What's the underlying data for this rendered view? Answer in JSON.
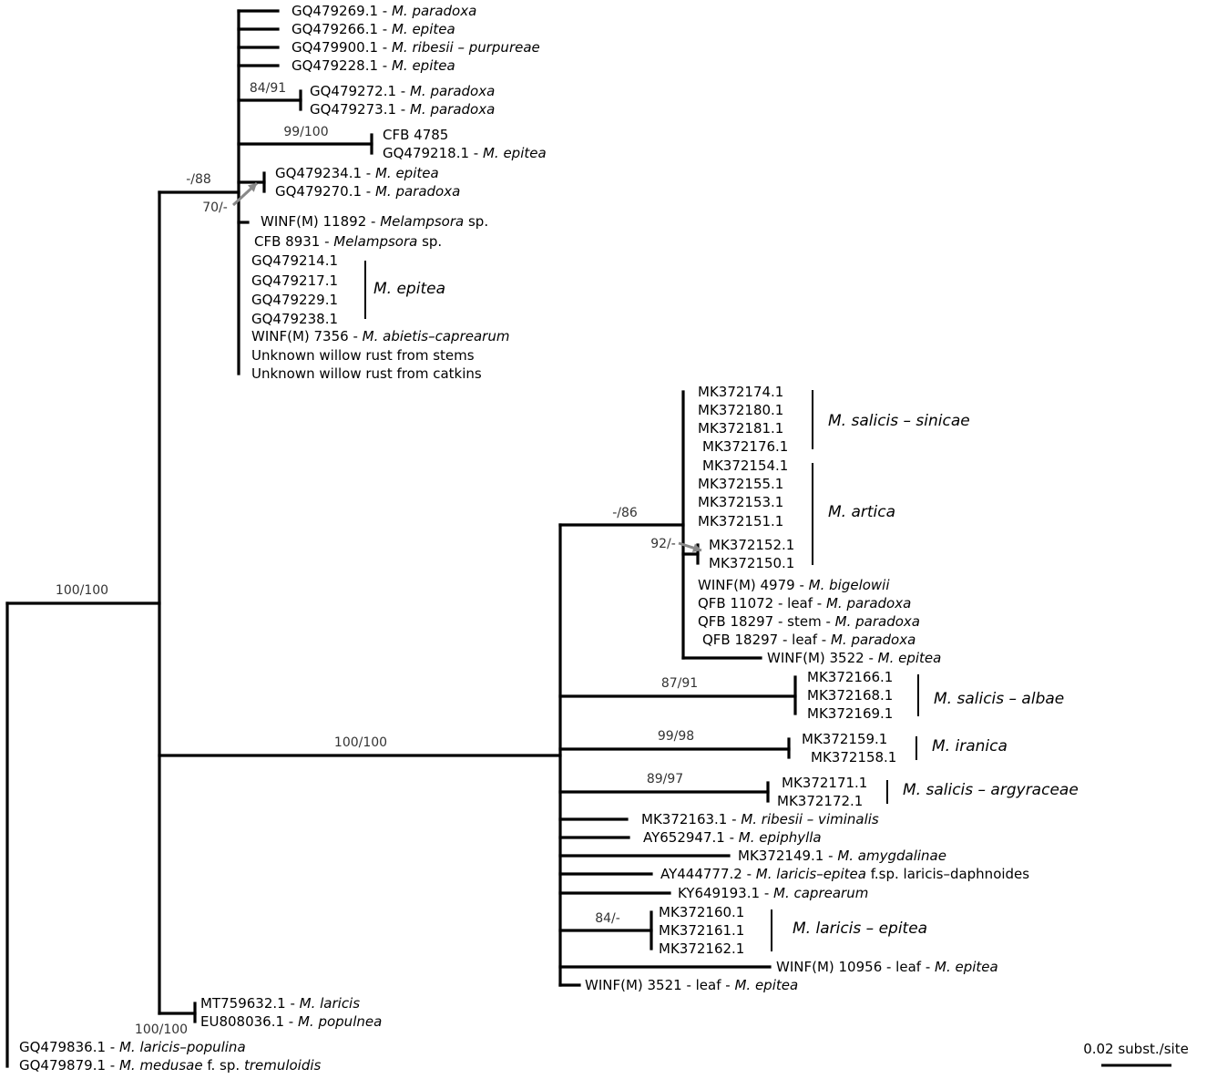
{
  "colors": {
    "ncbi": "#000000",
    "herbarium": "#1a1aff",
    "unknown": "#ee0000",
    "arrow": "#888888"
  },
  "scale_label": "0.02 subst./site",
  "support_values": {
    "s_root": "100/100",
    "s_epitea_clade": "-/88",
    "s_84_91": "84/91",
    "s_99_100": "99/100",
    "s_70": "70/-",
    "s_salicis_clade": "100/100",
    "s_86": "-/86",
    "s_92": "92/-",
    "s_87_91": "87/91",
    "s_99_98": "99/98",
    "s_89_97": "89/97",
    "s_84": "84/-",
    "s_larpop": "100/100"
  },
  "tips": [
    {
      "id": "GQ479269",
      "acc": "GQ479269.1",
      "sep": " - ",
      "sp": "M. paradoxa",
      "color": "ncbi"
    },
    {
      "id": "GQ479266",
      "acc": "GQ479266.1",
      "sep": " - ",
      "sp": "M. epitea",
      "color": "ncbi"
    },
    {
      "id": "GQ479900",
      "acc": "GQ479900.1",
      "sep": " - ",
      "sp": "M. ribesii – purpureae",
      "color": "ncbi"
    },
    {
      "id": "GQ479228",
      "acc": "GQ479228.1",
      "sep": " - ",
      "sp": "M. epitea",
      "color": "ncbi"
    },
    {
      "id": "GQ479272",
      "acc": "GQ479272.1",
      "sep": " - ",
      "sp": "M. paradoxa",
      "color": "ncbi"
    },
    {
      "id": "GQ479273",
      "acc": "GQ479273.1",
      "sep": " - ",
      "sp": "M. paradoxa",
      "color": "ncbi"
    },
    {
      "id": "CFB4785",
      "acc": "CFB 4785",
      "sep": "",
      "sp": "",
      "color": "herbarium"
    },
    {
      "id": "GQ479218",
      "acc": "GQ479218.1",
      "sep": " - ",
      "sp": "M. epitea",
      "color": "ncbi"
    },
    {
      "id": "GQ479234",
      "acc": "GQ479234.1",
      "sep": " - ",
      "sp": "M. epitea",
      "color": "ncbi"
    },
    {
      "id": "GQ479270",
      "acc": "GQ479270.1",
      "sep": " - ",
      "sp": "M. paradoxa",
      "color": "ncbi"
    },
    {
      "id": "WINF11892",
      "acc": "WINF(M) 11892",
      "sep": " - ",
      "sp": "Melampsora",
      "suffix": " sp.",
      "color": "herbarium"
    },
    {
      "id": "CFB8931",
      "acc": "CFB 8931",
      "sep": " - ",
      "sp": "Melampsora",
      "suffix": " sp.",
      "color": "herbarium"
    },
    {
      "id": "GQ479214",
      "acc": "GQ479214.1",
      "sep": "",
      "sp": "",
      "color": "ncbi"
    },
    {
      "id": "GQ479217",
      "acc": "GQ479217.1",
      "sep": "",
      "sp": "",
      "color": "ncbi"
    },
    {
      "id": "GQ479229",
      "acc": "GQ479229.1",
      "sep": "",
      "sp": "",
      "color": "ncbi"
    },
    {
      "id": "GQ479238",
      "acc": "GQ479238.1",
      "sep": "",
      "sp": "",
      "color": "ncbi"
    },
    {
      "id": "WINF7356",
      "acc": "WINF(M) 7356",
      "sep": " - ",
      "sp": "M. abietis–caprearum",
      "color": "herbarium"
    },
    {
      "id": "UnkStems",
      "acc": "Unknown willow rust from stems",
      "sep": "",
      "sp": "",
      "color": "unknown"
    },
    {
      "id": "UnkCatkins",
      "acc": "Unknown willow rust from catkins",
      "sep": "",
      "sp": "",
      "color": "unknown"
    },
    {
      "id": "MK372174",
      "acc": "MK372174.1",
      "sep": "",
      "sp": "",
      "color": "ncbi"
    },
    {
      "id": "MK372180",
      "acc": "MK372180.1",
      "sep": "",
      "sp": "",
      "color": "ncbi"
    },
    {
      "id": "MK372181",
      "acc": "MK372181.1",
      "sep": "",
      "sp": "",
      "color": "ncbi"
    },
    {
      "id": "MK372176",
      "acc": "MK372176.1",
      "sep": "",
      "sp": "",
      "color": "ncbi"
    },
    {
      "id": "MK372154",
      "acc": "MK372154.1",
      "sep": "",
      "sp": "",
      "color": "ncbi"
    },
    {
      "id": "MK372155",
      "acc": "MK372155.1",
      "sep": "",
      "sp": "",
      "color": "ncbi"
    },
    {
      "id": "MK372153",
      "acc": "MK372153.1",
      "sep": "",
      "sp": "",
      "color": "ncbi"
    },
    {
      "id": "MK372151",
      "acc": "MK372151.1",
      "sep": "",
      "sp": "",
      "color": "ncbi"
    },
    {
      "id": "MK372152",
      "acc": "MK372152.1",
      "sep": "",
      "sp": "",
      "color": "ncbi"
    },
    {
      "id": "MK372150",
      "acc": "MK372150.1",
      "sep": "",
      "sp": "",
      "color": "ncbi"
    },
    {
      "id": "WINF4979",
      "acc": "WINF(M) 4979",
      "sep": " - ",
      "sp": "M. bigelowii",
      "color": "herbarium"
    },
    {
      "id": "QFB11072",
      "acc": "QFB 11072 - leaf",
      "sep": " - ",
      "sp": "M. paradoxa",
      "color": "herbarium"
    },
    {
      "id": "QFB18297s",
      "acc": "QFB 18297 - stem",
      "sep": " - ",
      "sp": "M. paradoxa",
      "color": "herbarium"
    },
    {
      "id": "QFB18297l",
      "acc": "QFB 18297 - leaf",
      "sep": " - ",
      "sp": "M. paradoxa",
      "color": "herbarium"
    },
    {
      "id": "WINF3522",
      "acc": "WINF(M) 3522",
      "sep": " - ",
      "sp": "M. epitea",
      "color": "herbarium"
    },
    {
      "id": "MK372166",
      "acc": "MK372166.1",
      "sep": "",
      "sp": "",
      "color": "ncbi"
    },
    {
      "id": "MK372168",
      "acc": "MK372168.1",
      "sep": "",
      "sp": "",
      "color": "ncbi"
    },
    {
      "id": "MK372169",
      "acc": "MK372169.1",
      "sep": "",
      "sp": "",
      "color": "ncbi"
    },
    {
      "id": "MK372159",
      "acc": "MK372159.1",
      "sep": "",
      "sp": "",
      "color": "ncbi"
    },
    {
      "id": "MK372158",
      "acc": "MK372158.1",
      "sep": "",
      "sp": "",
      "color": "ncbi"
    },
    {
      "id": "MK372171",
      "acc": "MK372171.1",
      "sep": "",
      "sp": "",
      "color": "ncbi"
    },
    {
      "id": "MK372172",
      "acc": "MK372172.1",
      "sep": "",
      "sp": "",
      "color": "ncbi"
    },
    {
      "id": "MK372163",
      "acc": "MK372163.1",
      "sep": " - ",
      "sp": "M. ribesii – viminalis",
      "color": "ncbi"
    },
    {
      "id": "AY652947",
      "acc": "AY652947.1",
      "sep": " - ",
      "sp": "M. epiphylla",
      "color": "ncbi"
    },
    {
      "id": "MK372149",
      "acc": "MK372149.1",
      "sep": " - ",
      "sp": "M. amygdalinae",
      "color": "ncbi"
    },
    {
      "id": "AY444777",
      "acc": "AY444777.2",
      "sep": " - ",
      "sp": "M. laricis–epitea",
      "suffix": " f.sp. laricis–daphnoides",
      "color": "ncbi"
    },
    {
      "id": "KY649193",
      "acc": "KY649193.1",
      "sep": " - ",
      "sp": "M. caprearum",
      "color": "ncbi"
    },
    {
      "id": "MK372160",
      "acc": "MK372160.1",
      "sep": "",
      "sp": "",
      "color": "ncbi"
    },
    {
      "id": "MK372161",
      "acc": "MK372161.1",
      "sep": "",
      "sp": "",
      "color": "ncbi"
    },
    {
      "id": "MK372162",
      "acc": "MK372162.1",
      "sep": "",
      "sp": "",
      "color": "ncbi"
    },
    {
      "id": "WINF10956",
      "acc": "WINF(M) 10956 - leaf",
      "sep": " - ",
      "sp": "M. epitea",
      "color": "herbarium"
    },
    {
      "id": "WINF3521",
      "acc": "WINF(M) 3521 - leaf",
      "sep": " - ",
      "sp": "M. epitea",
      "color": "herbarium"
    },
    {
      "id": "MT759632",
      "acc": "MT759632.1",
      "sep": " - ",
      "sp": "M. laricis",
      "color": "ncbi"
    },
    {
      "id": "EU808036",
      "acc": "EU808036.1",
      "sep": " - ",
      "sp": "M. populnea",
      "color": "ncbi"
    },
    {
      "id": "GQ479836",
      "acc": "GQ479836.1",
      "sep": " - ",
      "sp": "M. laricis–populina",
      "color": "ncbi"
    },
    {
      "id": "GQ479879",
      "acc": "GQ479879.1",
      "sep": " - ",
      "sp": "M. medusae",
      "suffix": " f. sp. ",
      "sp2": "tremuloidis",
      "color": "ncbi"
    }
  ],
  "groups": [
    {
      "id": "g_epitea",
      "label": "M. epitea"
    },
    {
      "id": "g_sinicae",
      "label": "M. salicis – sinicae"
    },
    {
      "id": "g_artica",
      "label": "M. artica"
    },
    {
      "id": "g_albae",
      "label": "M. salicis – albae"
    },
    {
      "id": "g_iranica",
      "label": "M. iranica"
    },
    {
      "id": "g_argyraceae",
      "label": "M. salicis – argyraceae"
    },
    {
      "id": "g_larepi",
      "label": "M. laricis – epitea"
    }
  ]
}
